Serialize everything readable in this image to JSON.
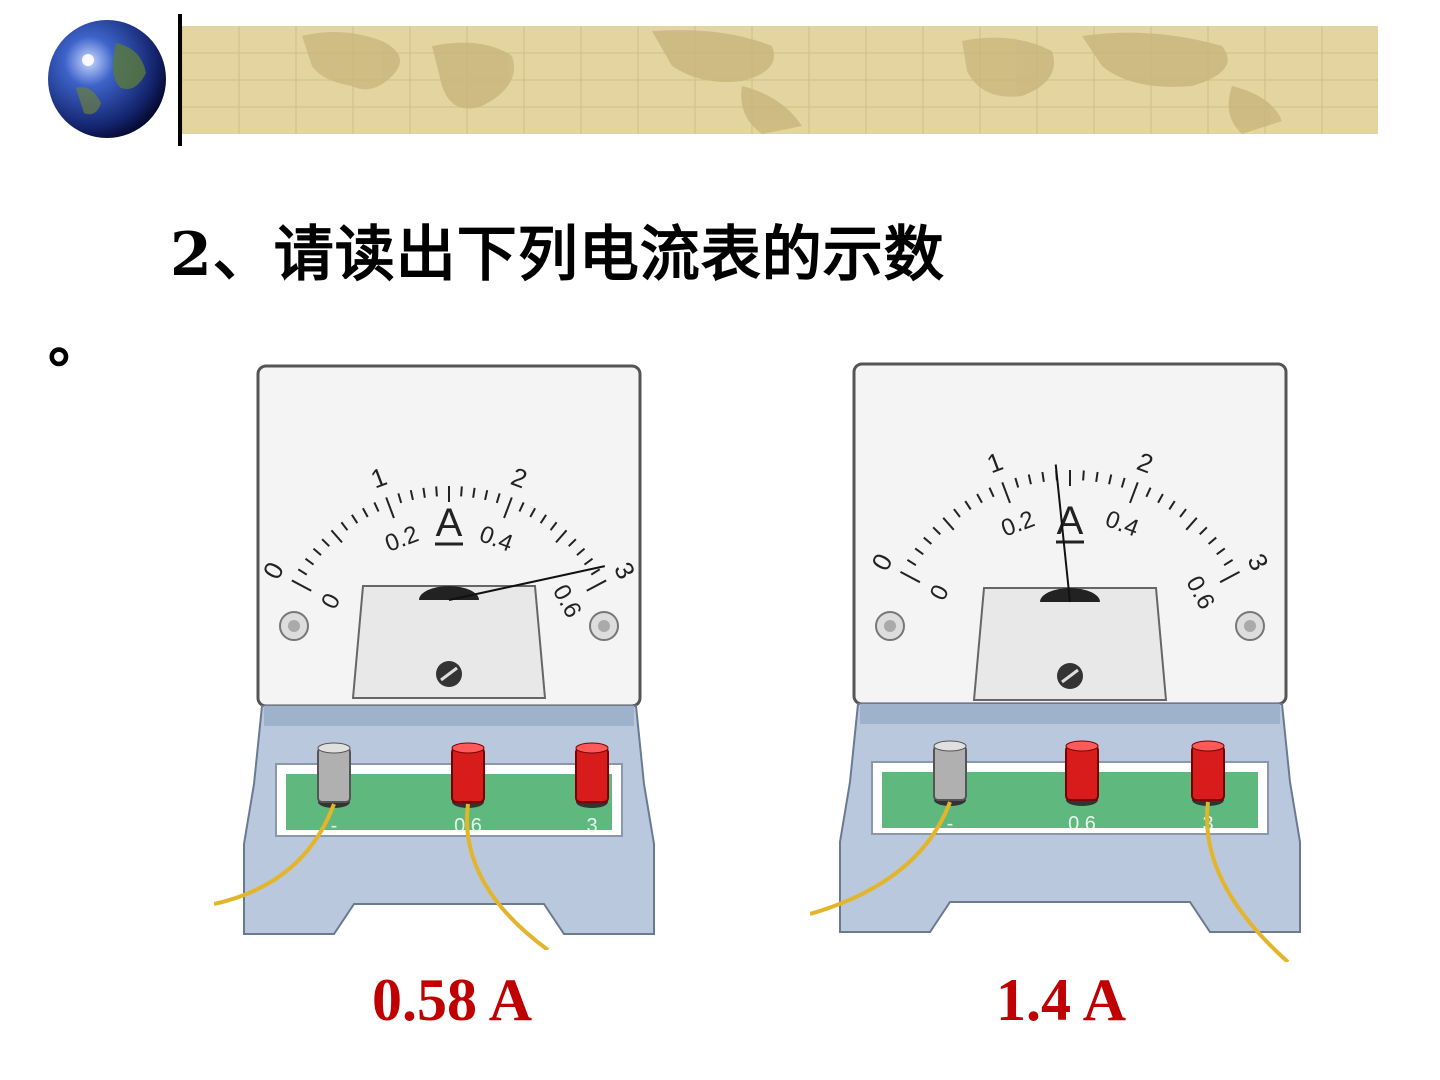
{
  "header": {
    "logo_icon": "globe-icon"
  },
  "title": {
    "text": "2、请读出下列电流表的示数",
    "period": "。"
  },
  "meters": [
    {
      "unit_symbol": "A",
      "scale_top": [
        "1",
        "2",
        "3"
      ],
      "scale_bottom": [
        "0",
        "0.2",
        "0.4",
        "0.6"
      ],
      "scale_zero_top": "0",
      "terminals": [
        "-",
        "0.6",
        "3"
      ],
      "connected_range": "0.6",
      "needle_value_small_range": 0.58,
      "answer": "0.58 A"
    },
    {
      "unit_symbol": "A",
      "scale_top": [
        "1",
        "2",
        "3"
      ],
      "scale_bottom": [
        "0",
        "0.2",
        "0.4",
        "0.6"
      ],
      "scale_zero_top": "0",
      "terminals": [
        "-",
        "0.6",
        "3"
      ],
      "connected_range": "3",
      "needle_value_large_range": 1.4,
      "answer": "1.4 A"
    }
  ],
  "colors": {
    "answer": "#c00000",
    "terminal_panel": "#5fb87e",
    "banner": "#e3d4a0"
  }
}
